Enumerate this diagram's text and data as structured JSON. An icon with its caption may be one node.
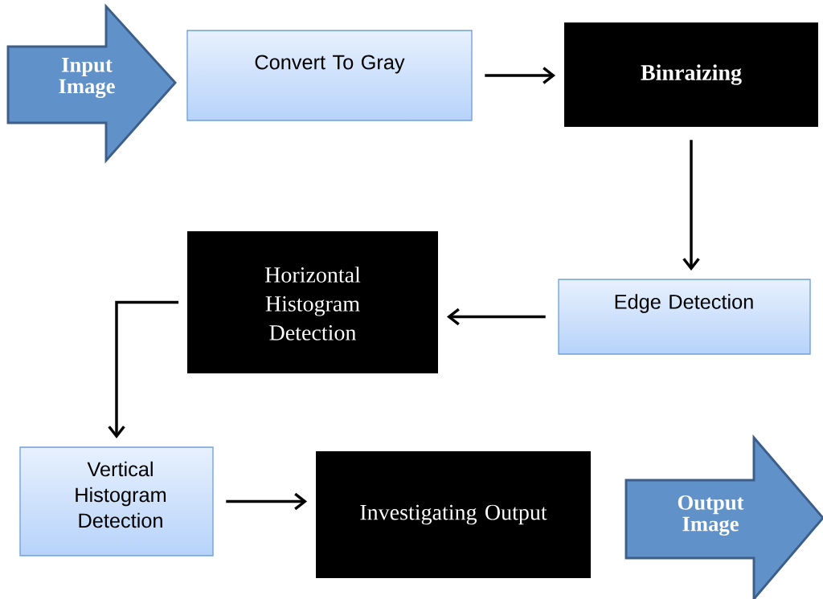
{
  "diagram": {
    "nodes": [
      {
        "text": [
          "Input Image"
        ]
      },
      {
        "text": [
          "Convert To Gray"
        ]
      },
      {
        "text": [
          "Binraizing"
        ]
      },
      {
        "text": [
          "Edge Detection"
        ]
      },
      {
        "text": [
          "Horizontal Histogram Detection"
        ]
      },
      {
        "text": [
          "Vertical Histogram Detection"
        ]
      },
      {
        "text": [
          "Investigating Output"
        ]
      },
      {
        "text": [
          "Output Image"
        ]
      }
    ],
    "edges": [
      {
        "from": 1,
        "to": 2,
        "arrow": "to"
      },
      {
        "from": 2,
        "to": 3,
        "arrow": "to"
      },
      {
        "from": 3,
        "to": 4,
        "arrow": "to"
      },
      {
        "from": 4,
        "to": 5,
        "arrow": "to"
      },
      {
        "from": 5,
        "to": 6,
        "arrow": "to"
      }
    ]
  }
}
